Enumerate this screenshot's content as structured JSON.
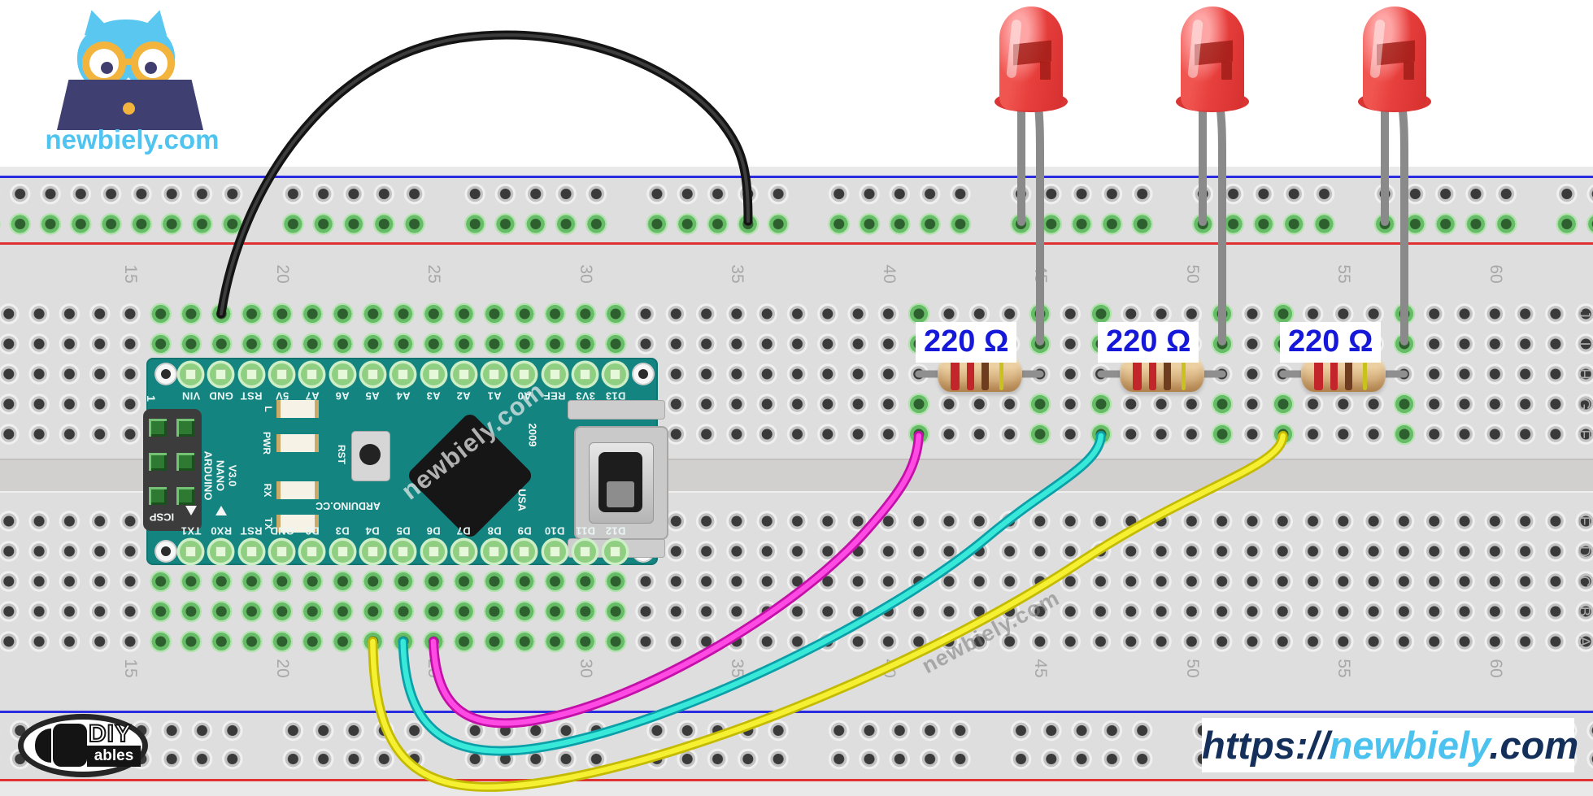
{
  "branding": {
    "logo_text": "newbiely.com",
    "footer_url": {
      "prefix": "https://",
      "name": "newbiely",
      "suffix": ".com"
    },
    "diyables": {
      "diy": "DIY",
      "ables": "ables"
    },
    "board_watermark": "newbiely.com",
    "breadboard_watermark": "newbiely.com"
  },
  "breadboard": {
    "column_numbers": [
      15,
      20,
      25,
      30,
      35,
      40,
      45,
      50,
      55,
      60
    ],
    "row_letters": [
      "J",
      "I",
      "H",
      "G",
      "F",
      "E",
      "D",
      "C",
      "B",
      "A"
    ]
  },
  "arduino": {
    "top_pins": [
      "VIN",
      "GND",
      "RST",
      "5V",
      "A7",
      "A6",
      "A5",
      "A4",
      "A3",
      "A2",
      "A1",
      "A0",
      "REF",
      "3V3",
      "D13"
    ],
    "bottom_pins": [
      "TX1",
      "RX0",
      "RST",
      "GND",
      "D2",
      "D3",
      "D4",
      "D5",
      "D6",
      "D7",
      "D8",
      "D9",
      "D10",
      "D11",
      "D12"
    ],
    "indicator_leds": [
      "L",
      "PWR",
      "RX",
      "TX"
    ],
    "texts": {
      "brand": "ARDUINO",
      "model": "NANO",
      "version": "V3.0",
      "reset": "RST",
      "site": "ARDUINO.CC",
      "year": "2009",
      "country": "USA",
      "icsp": "ICSP",
      "pin_one": "1"
    }
  },
  "components": {
    "resistors": [
      {
        "label": "220 Ω"
      },
      {
        "label": "220 Ω"
      },
      {
        "label": "220 Ω"
      }
    ],
    "leds": [
      {
        "color": "red"
      },
      {
        "color": "red"
      },
      {
        "color": "red"
      }
    ],
    "wires": [
      {
        "color": "black"
      },
      {
        "color": "magenta"
      },
      {
        "color": "cyan"
      },
      {
        "color": "yellow"
      }
    ]
  },
  "colors": {
    "board_teal": "#148480",
    "label_blue": "#1518d9",
    "logo_blue": "#4fc4f0",
    "url_navy": "#14305a",
    "url_cyan": "#4cc2ee",
    "wire_black": "#141414",
    "wire_magenta": "#ee22cc",
    "wire_cyan": "#20dcc8",
    "wire_yellow": "#f2ee11",
    "led_red": "#e53935"
  }
}
